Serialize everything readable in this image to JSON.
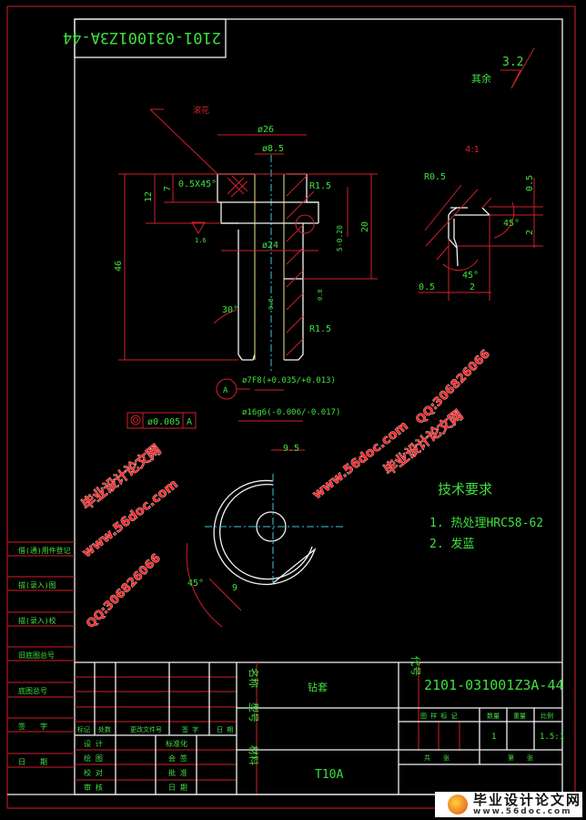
{
  "drawing": {
    "code_upside": "2101-031001Z3A-44",
    "roughness_other_label": "其余",
    "roughness_other_value": "3.2",
    "detail_scale": "4:1",
    "knurl_label": "滚花",
    "dims": {
      "d26": "ø26",
      "d8_5": "ø8.5",
      "chamfer": "0.5X45°",
      "r1_5_top": "R1.5",
      "r1_5_bottom": "R1.5",
      "h12": "12",
      "h7": "7",
      "h46": "46",
      "h20": "20",
      "tol5": "5-0.20",
      "d24": "ø24",
      "rough1_6": "1.6",
      "rough0_8a": "0.8",
      "rough0_8b": "0.8",
      "angle30": "30°",
      "d7f8": "ø7F8(+0.035/+0.013)",
      "d16g6": "ø16g6(-0.006/-0.017)",
      "datum": "A",
      "concentricity": "ø0.005",
      "concentricity_datum": "A",
      "w9_5": "9.5",
      "w9": "9",
      "angle45": "45°"
    },
    "detail_dims": {
      "r0_5": "R0.5",
      "v0_5": "0.5",
      "v2": "2",
      "h0_5": "0.5",
      "h2": "2",
      "a45a": "45°",
      "a45b": "45°"
    },
    "tech_requirements": {
      "title": "技术要求",
      "items": [
        "1. 热处理HRC58-62",
        "2. 发蓝"
      ]
    }
  },
  "left_strip": [
    "借(通)用件登记",
    "描(录入)图",
    "描(录入)校",
    "旧底图总号",
    "底图总号",
    "签　　字",
    "日　　期"
  ],
  "title_block": {
    "revision_headers": [
      "标记",
      "处数",
      "更改文件号",
      "签 字",
      "日 期"
    ],
    "signoff_left": [
      "设 计",
      "绘 图",
      "校 对",
      "审 核"
    ],
    "signoff_right": [
      "标准化",
      "会 签",
      "批 准",
      "日 期"
    ],
    "name_label": "名称",
    "model_label": "型号",
    "material_label": "材料",
    "code_label": "代号",
    "part_name": "钻套",
    "material": "T10A",
    "drawing_code": "2101-031001Z3A-44",
    "headers": [
      "图 样 标 记",
      "数量",
      "重量",
      "比例"
    ],
    "quantity": "1",
    "scale": "1.5:1",
    "sheets_total_label": "共　　张",
    "sheet_label": "第　　张"
  },
  "watermarks": {
    "site_cn": "毕业设计论文网",
    "url": "www.56doc.com",
    "qq": "QQ:306826066"
  },
  "logo": {
    "title": "毕业设计论文网",
    "url": "www.56doc.com"
  }
}
